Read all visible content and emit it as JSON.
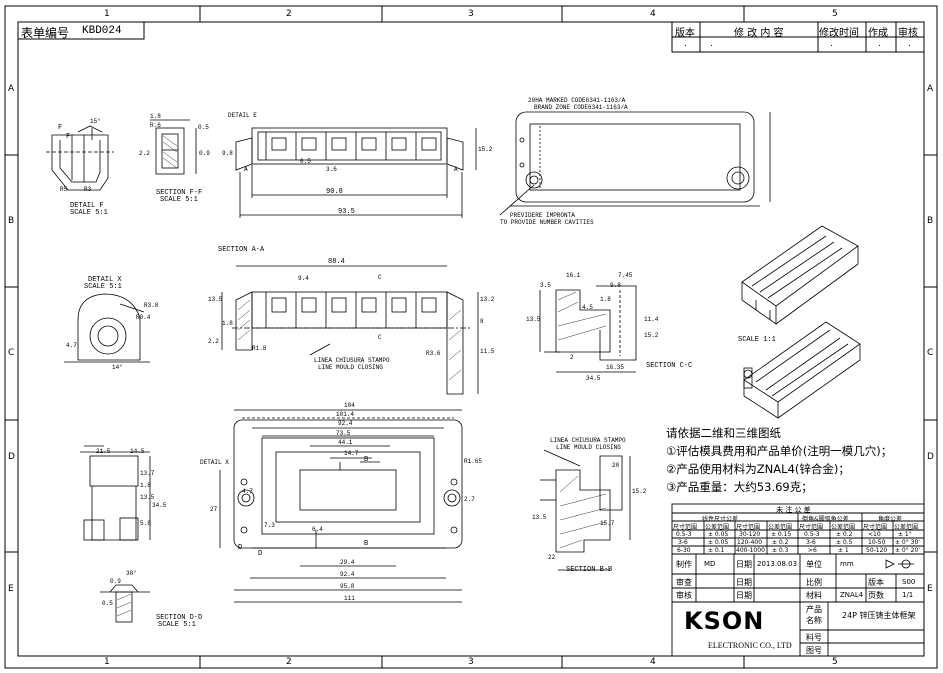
{
  "form": {
    "label": "表单编号",
    "code": "KBD024"
  },
  "grid": {
    "cols_top": [
      "1",
      "2",
      "3",
      "4",
      "5"
    ],
    "cols_bottom": [
      "1",
      "2",
      "3",
      "4",
      "5"
    ],
    "rows": [
      "A",
      "B",
      "C",
      "D",
      "E"
    ]
  },
  "revision": {
    "headers": [
      "版本",
      "修 改 内 容",
      "修改时间",
      "作成",
      "审核"
    ],
    "row": [
      ".",
      ".",
      ".",
      ".",
      "."
    ]
  },
  "views": {
    "detail_f": {
      "title": "DETAIL F",
      "scale": "SCALE 5:1",
      "dims": [
        "F",
        "F",
        "15°",
        "R5",
        "R3"
      ]
    },
    "section_ff": {
      "title": "SECTION F-F",
      "scale": "SCALE 5:1",
      "dims": [
        "1.8",
        "0.5",
        "2.2",
        "0.9",
        "R.6"
      ]
    },
    "detail_e": {
      "label": "DETAIL E"
    },
    "top_view": {
      "dims": [
        "9.8",
        "0.5",
        "3.6",
        "15.2",
        "90.8",
        "93.5",
        "A",
        "A"
      ]
    },
    "front_view_notes": [
      "20HA MARKED CODE6341-1163/A",
      "BRAND ZONE CODE6341-1163/A"
    ],
    "front_view_notes2": [
      "PREVIDERE IMPRONTA",
      "TO PROVIDE NUMBER CAVITIES"
    ],
    "section_aa": {
      "title": "SECTION A-A",
      "dims": [
        "88.4",
        "9.4",
        "C",
        "C",
        "13.5",
        "1.8",
        "2.2",
        "R1.8",
        "R3.6",
        "8",
        "11.5",
        "13.2"
      ],
      "notes": [
        "LINEA CHIUSURA STAMPO",
        "LINE MOULD CLOSING"
      ]
    },
    "detail_x": {
      "title": "DETAIL X",
      "scale": "SCALE 5:1",
      "dims": [
        "R3.8",
        "R0.4",
        "4.7",
        "14°"
      ]
    },
    "section_cc": {
      "title": "SECTION C-C",
      "dims": [
        "16.1",
        "7.45",
        "9.8",
        "3.5",
        "1.8",
        "4.5",
        "13.5",
        "11.4",
        "15.2",
        "16.35",
        "34.5",
        "2"
      ]
    },
    "iso_top": {
      "label": "SCALE 1:1"
    },
    "plan_view": {
      "dims": [
        "104",
        "101.4",
        "92.4",
        "73.5",
        "44.1",
        "14.7",
        "B",
        "B",
        "D",
        "D",
        "R1.65",
        "27",
        "4.7",
        "7.3",
        "6.4",
        "29.4",
        "92.4",
        "95.8",
        "111",
        "DETAIL X",
        "2.7"
      ]
    },
    "section_bb": {
      "title": "SECTION B-B",
      "dims": [
        "13.5",
        "15.2",
        "22",
        "20",
        "15.7"
      ],
      "notes": [
        "LINEA CHIUSURA STAMPO",
        "LINE MOULD CLOSING"
      ]
    },
    "side_view": {
      "dims": [
        "21.5",
        "14.5",
        "13.7",
        "1.8",
        "13.5",
        "34.5",
        "5.8"
      ]
    },
    "section_dd": {
      "title": "SECTION D-D",
      "scale": "SCALE 5:1",
      "dims": [
        "0.9",
        "30°",
        "0.5"
      ]
    }
  },
  "notes": {
    "lines": [
      "请依据二维和三维图纸",
      "①评估模具费用和产品单价(注明一模几穴)；",
      "②产品使用材料为ZNAL4(锌合金)；",
      "③产品重量：大约53.69克；"
    ]
  },
  "tolerance": {
    "title": "未 注 公 差",
    "groups": [
      "线性尺寸公差",
      "倒角&圆弧角公差",
      "角度公差"
    ],
    "col_headers": [
      "尺寸范围",
      "公差范围",
      "尺寸范围",
      "公差范围",
      "尺寸范围",
      "公差范围",
      "尺寸范围",
      "公差范围"
    ],
    "rows": [
      [
        "0.5-3",
        "± 0.05",
        "30-120",
        "± 0.15",
        "0.5-3",
        "± 0.2",
        "<10",
        "± 1°"
      ],
      [
        "3-6",
        "± 0.05",
        "120-400",
        "± 0.2",
        "3-6",
        "± 0.5",
        "10-50",
        "± 0° 30'"
      ],
      [
        "6-30",
        "± 0.1",
        "400-1000",
        "± 0.3",
        ">6",
        "± 1",
        "50-120",
        "± 0° 20'"
      ]
    ]
  },
  "title_block": {
    "rows": [
      {
        "label": "制作",
        "value": "MD",
        "label2": "日期",
        "value2": "2013.08.03",
        "label3": "单位",
        "value3": "mm"
      },
      {
        "label": "审查",
        "value": "",
        "label2": "日期",
        "value2": "",
        "label3": "比例",
        "value3": "",
        "label4": "版本",
        "value4": "S00"
      },
      {
        "label": "审核",
        "value": "",
        "label2": "日期",
        "value2": "",
        "label3": "材料",
        "value3": "ZNAL4",
        "label4": "页数",
        "value4": "1/1"
      }
    ],
    "company_logo": "KSON",
    "company": "ELECTRONIC CO., LTD",
    "product_label": "产品名称",
    "product_name": "24P 锌压铸主体框架",
    "part_no_label": "料号",
    "part_no": "",
    "drawing_no_label": "图号",
    "drawing_no": ""
  }
}
